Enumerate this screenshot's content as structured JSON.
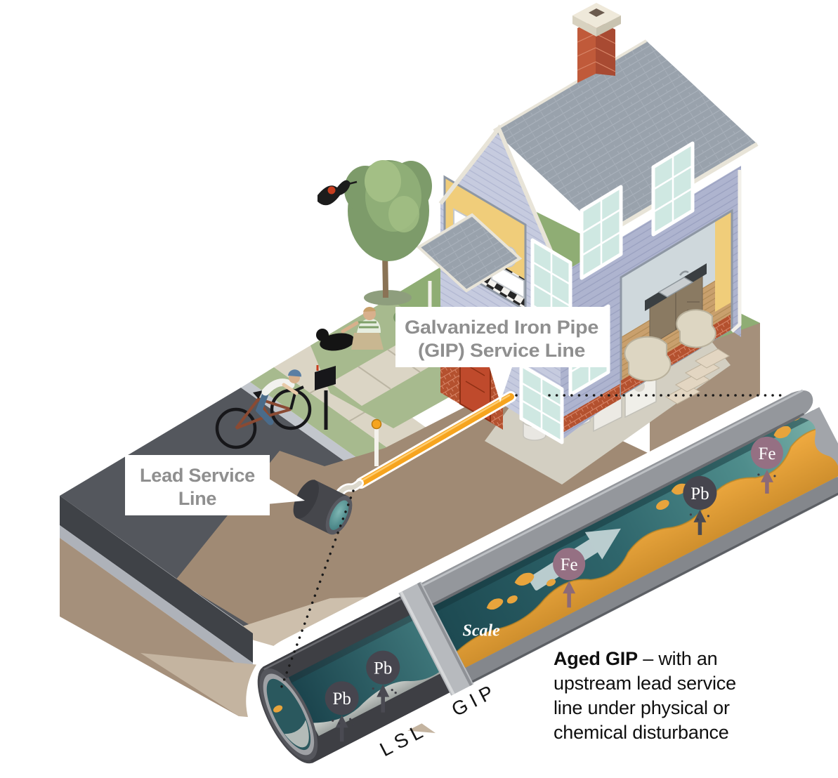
{
  "callouts": {
    "gip": {
      "lines": [
        "Galvanized Iron Pipe",
        "(GIP) Service Line"
      ]
    },
    "lsl": {
      "lines": [
        "Lead Service",
        "Line"
      ]
    }
  },
  "caption": {
    "lead": "Aged GIP",
    "rest": " – with an upstream lead service line under physical or chemical disturbance"
  },
  "pipe_cutaway": {
    "scale_label": "Scale",
    "lsl_section_label": "LSL",
    "gip_section_label": "GIP",
    "lead_marker": "Pb",
    "iron_marker": "Fe"
  },
  "colors": {
    "gip_service_line": "#F6A41F",
    "water_teal": "#2E6B6F",
    "scale_orange": "#E3A03C",
    "lead_badge": "#46454E",
    "iron_badge": "#957083",
    "callout_text": "#8F8F8F",
    "house_siding": "#C3C8DD",
    "roof_gray": "#9AA3AD",
    "grass_green": "#A7BA8E",
    "street_gray": "#54575D",
    "soil_brown": "#A5907B",
    "flow_arrow": "#C6D6D8"
  }
}
